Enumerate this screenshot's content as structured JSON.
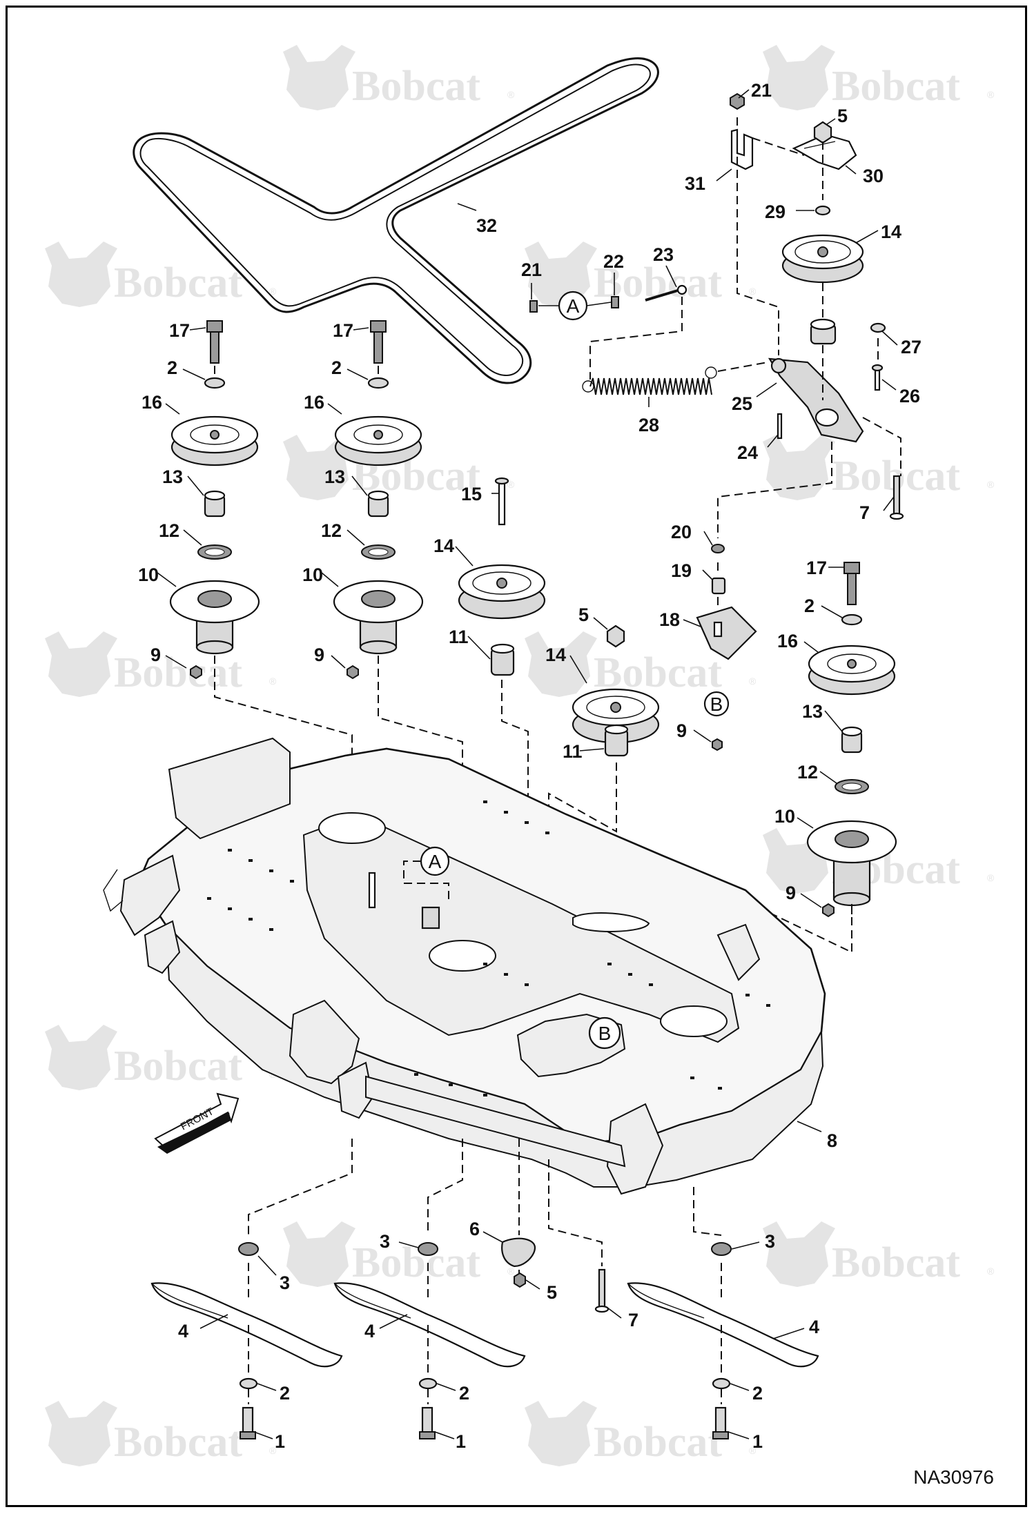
{
  "watermark": {
    "text": "Bobcat",
    "reg_mark": "®"
  },
  "drawing_ref": "NA30976",
  "front_arrow_label": "FRONT",
  "ref_circles": {
    "a": "A",
    "b": "B"
  },
  "callouts": {
    "c21a": "21",
    "c5a": "5",
    "c30": "30",
    "c31": "31",
    "c29": "29",
    "c14a": "14",
    "c32": "32",
    "c21b": "21",
    "c22": "22",
    "c23": "23",
    "c27": "27",
    "c26": "26",
    "c25": "25",
    "c28": "28",
    "c24": "24",
    "c7a": "7",
    "c17a": "17",
    "c2a": "2",
    "c16a": "16",
    "c13a": "13",
    "c12a": "12",
    "c10a": "10",
    "c9a": "9",
    "c17b": "17",
    "c2b": "2",
    "c16b": "16",
    "c13b": "13",
    "c12b": "12",
    "c10b": "10",
    "c9b": "9",
    "c15": "15",
    "c14b": "14",
    "c11a": "11",
    "c5b": "5",
    "c14c": "14",
    "c11b": "11",
    "c20": "20",
    "c19": "19",
    "c18": "18",
    "c9c": "9",
    "c17c": "17",
    "c2c": "2",
    "c16c": "16",
    "c13c": "13",
    "c12c": "12",
    "c10c": "10",
    "c9d": "9",
    "c8": "8",
    "c3a": "3",
    "c4a": "4",
    "c2d": "2",
    "c1a": "1",
    "c3b": "3",
    "c4b": "4",
    "c2e": "2",
    "c1b": "1",
    "c6": "6",
    "c5c": "5",
    "c7b": "7",
    "c3c": "3",
    "c4c": "4",
    "c2f": "2",
    "c1c": "1"
  }
}
